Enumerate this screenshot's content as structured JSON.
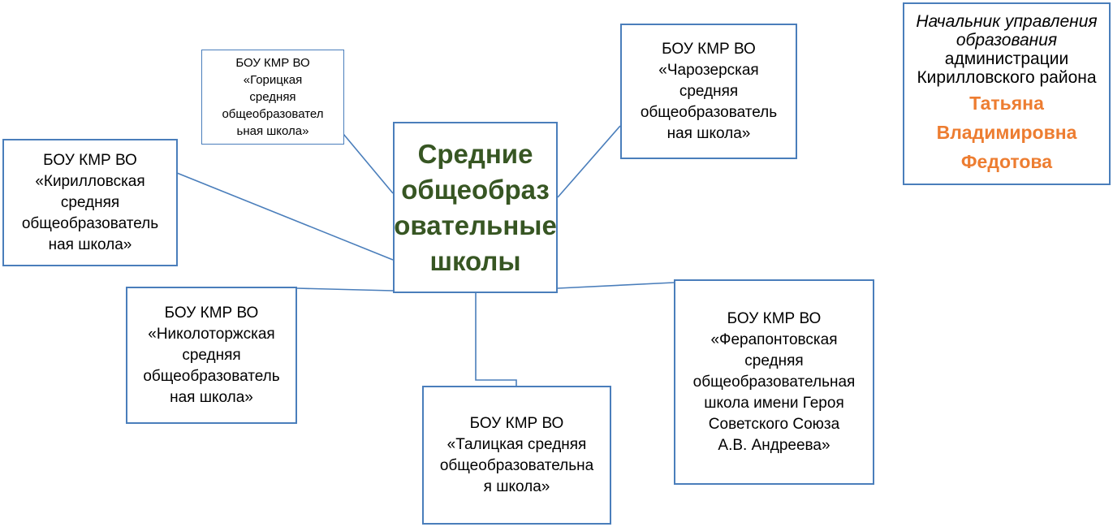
{
  "center_node": {
    "label": "Средние\nобщеобраз\nовательные\nшколы"
  },
  "schools": {
    "goritskaya": {
      "org": "БОУ КМР ВО",
      "name": "«Горицкая\nсредняя\nобщеобразовател\nьная школа»"
    },
    "charozerskaya": {
      "org": "БОУ КМР ВО",
      "name": "«Чарозерская\nсредняя\nобщеобразователь\nная школа»"
    },
    "kirillovskaya": {
      "org": "БОУ КМР ВО",
      "name": "«Кирилловская\nсредняя\nобщеобразователь\nная школа»"
    },
    "nikolotorzhskaya": {
      "org": "БОУ КМР ВО",
      "name": "«Николоторжская\nсредняя\nобщеобразователь\nная школа»"
    },
    "talitskaya": {
      "org": "БОУ КМР ВО",
      "name": "«Талицкая средняя\nобщеобразовательна\nя школа»"
    },
    "ferapontovskaya": {
      "org": "БОУ КМР ВО",
      "name": "«Ферапонтовская\nсредняя\nобщеобразовательная\nшкола имени Героя\nСоветского Союза\nА.В. Андреева»"
    }
  },
  "head_box": {
    "title_italic": "Начальник управления\nобразования",
    "title_regular": "администрации\nКирилловского района",
    "name": "Татьяна\nВладимировна\nФедотова"
  },
  "colors": {
    "border": "#4a7ebb",
    "center_text": "#375623",
    "name_text": "#ed7d31"
  }
}
